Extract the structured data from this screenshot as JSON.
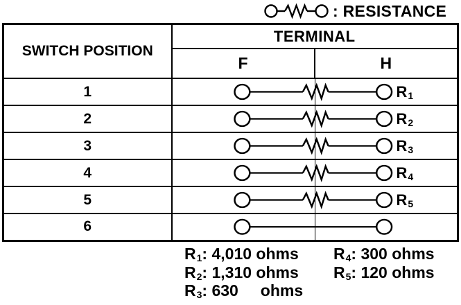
{
  "legend": {
    "symbol": "resistance-symbol",
    "label": ": RESISTANCE"
  },
  "table": {
    "switch_position_header": "SWITCH POSITION",
    "terminal_header": "TERMINAL",
    "terminal_f": "F",
    "terminal_h": "H",
    "rows": [
      {
        "position": "1",
        "connection": "resistor",
        "label": "R",
        "label_sub": "1"
      },
      {
        "position": "2",
        "connection": "resistor",
        "label": "R",
        "label_sub": "2"
      },
      {
        "position": "3",
        "connection": "resistor",
        "label": "R",
        "label_sub": "3"
      },
      {
        "position": "4",
        "connection": "resistor",
        "label": "R",
        "label_sub": "4"
      },
      {
        "position": "5",
        "connection": "resistor",
        "label": "R",
        "label_sub": "5"
      },
      {
        "position": "6",
        "connection": "wire",
        "label": "",
        "label_sub": ""
      }
    ]
  },
  "resistance_values": {
    "left": [
      {
        "label": "R",
        "sub": "1",
        "value": ": 4,010 ohms"
      },
      {
        "label": "R",
        "sub": "2",
        "value": ": 1,310 ohms"
      },
      {
        "label": "R",
        "sub": "3",
        "value": ": 630     ohms"
      }
    ],
    "right": [
      {
        "label": "R",
        "sub": "4",
        "value": ": 300 ohms"
      },
      {
        "label": "R",
        "sub": "5",
        "value": ": 120 ohms"
      }
    ]
  },
  "colors": {
    "ink": "#000000",
    "background": "#ffffff"
  }
}
